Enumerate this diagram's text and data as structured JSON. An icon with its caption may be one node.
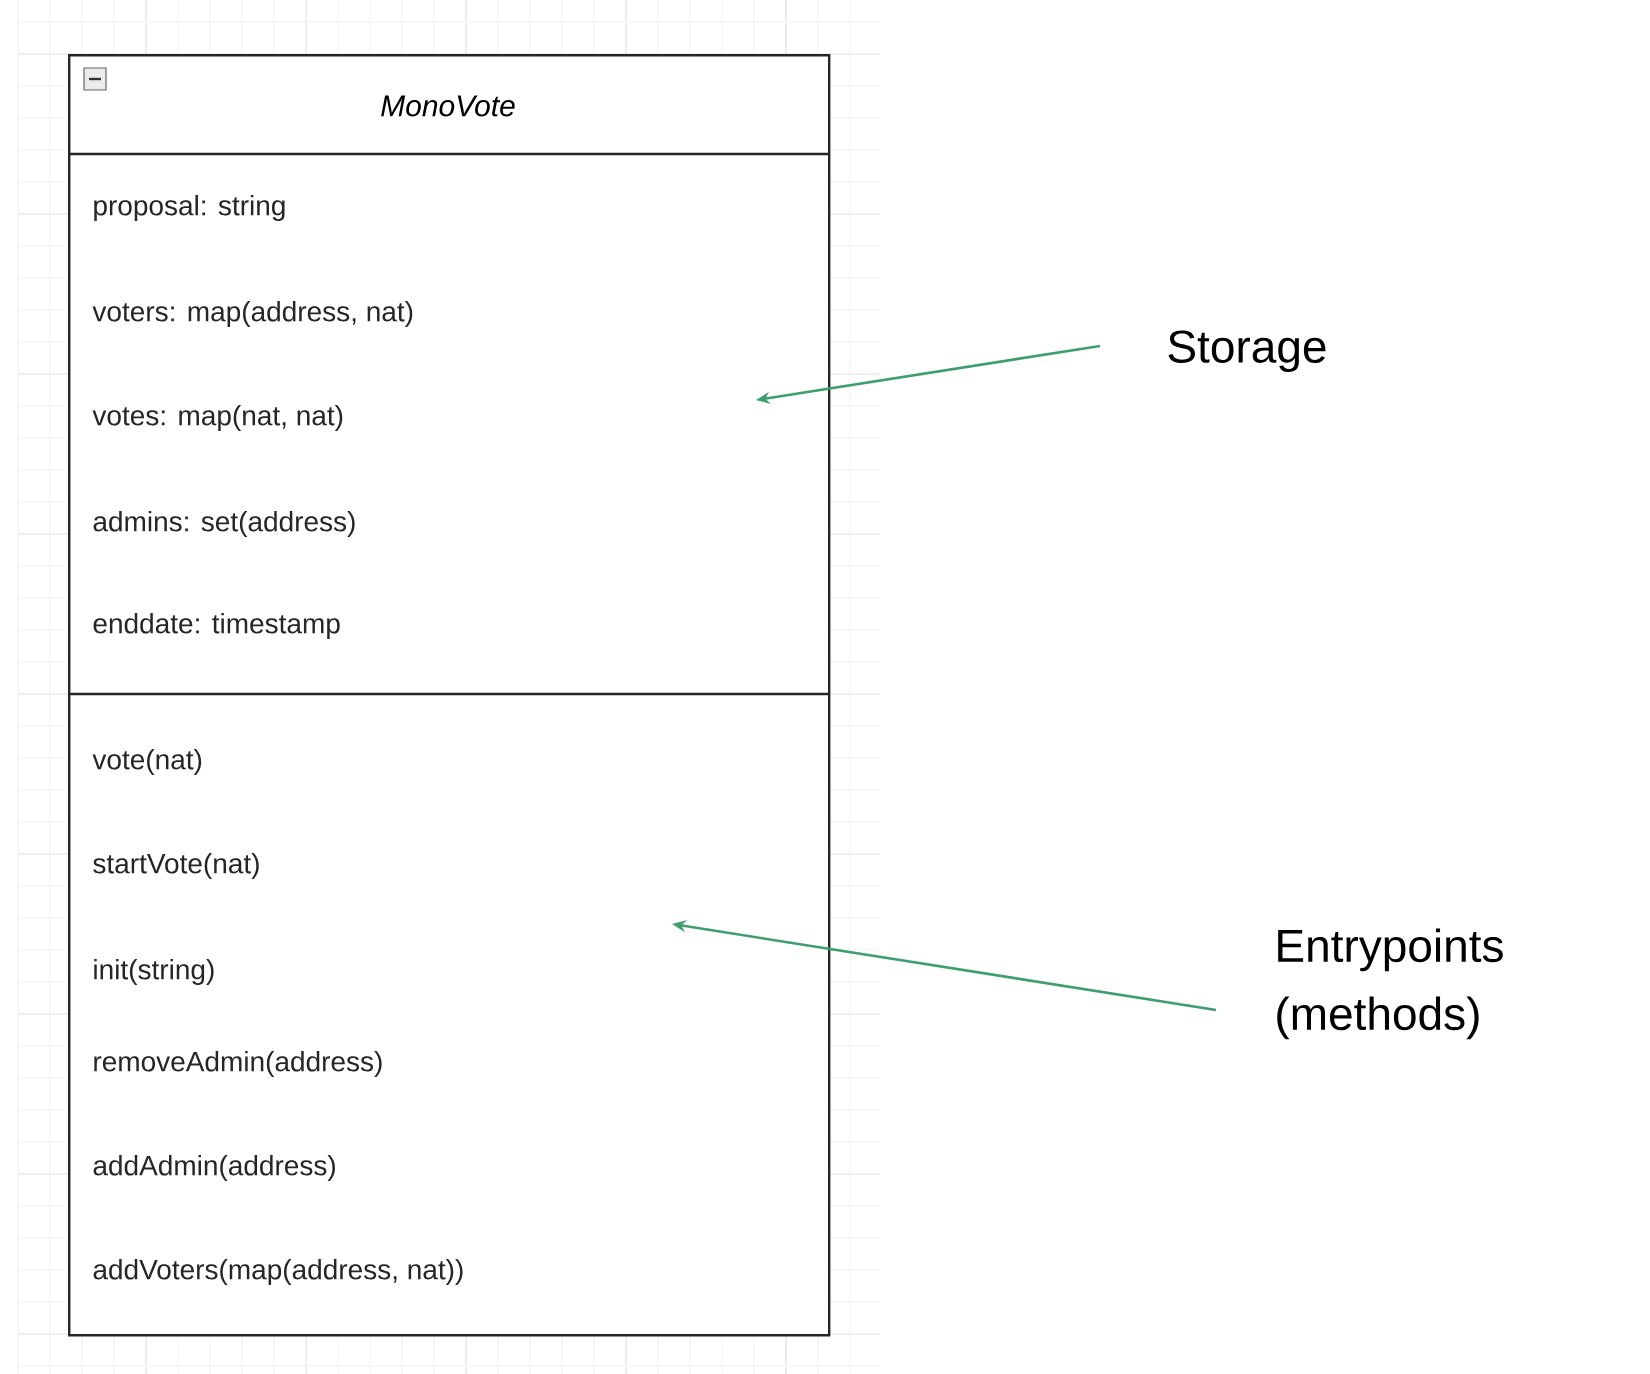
{
  "diagram": {
    "nodes": [
      {
        "text": [
          "MonoVote"
        ]
      },
      {
        "text": [
          "proposal: string",
          "voters: map(address, nat)",
          "votes: map(nat, nat)",
          "admins: set(address)",
          "enddate: timestamp"
        ],
        "in": 0
      },
      {
        "text": [
          "vote(nat)",
          "startVote(nat)",
          "init(string)",
          "removeAdmin(address)",
          "addAdmin(address)",
          "addVoters(map(address, nat))"
        ],
        "in": 0
      },
      {
        "text": [
          "Storage"
        ]
      },
      {
        "text": [
          "Entrypoints (methods)"
        ]
      }
    ],
    "edges": [
      {
        "from": 3,
        "to": 1,
        "arrow": "to",
        "color": "#3d9e6e"
      },
      {
        "from": 4,
        "to": 2,
        "arrow": "to",
        "color": "#3d9e6e"
      }
    ]
  }
}
